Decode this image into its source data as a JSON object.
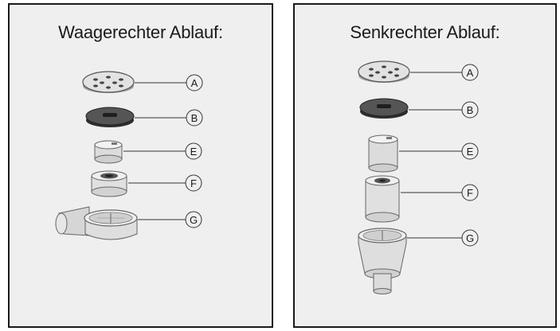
{
  "left_panel": {
    "title": "Waagerechter Ablauf:",
    "labels": [
      "A",
      "B",
      "E",
      "F",
      "G"
    ]
  },
  "right_panel": {
    "title": "Senkrechter Ablauf:",
    "labels": [
      "A",
      "B",
      "E",
      "F",
      "G"
    ]
  },
  "colors": {
    "panel_background": "#efefef",
    "border": "#1a1a1a",
    "part_light": "#e4e4e4",
    "part_dark": "#4a4a4a"
  }
}
